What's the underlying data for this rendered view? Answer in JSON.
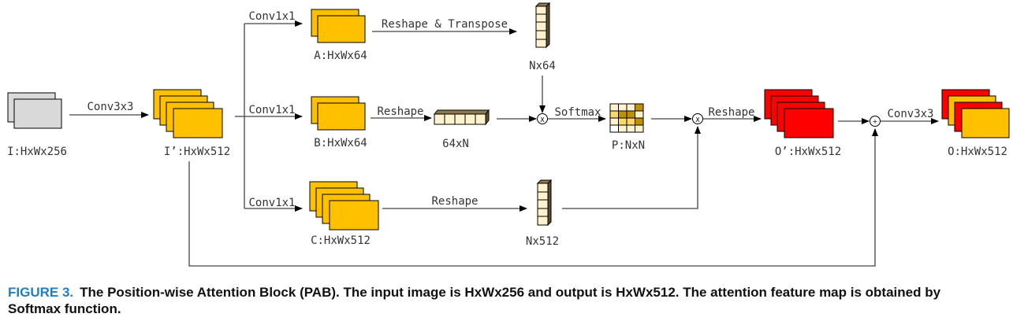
{
  "labels": {
    "input": "I:HxWx256",
    "conv1": "Conv3x3",
    "iprime": "I’:HxWx512",
    "conv_a": "Conv1x1",
    "conv_b": "Conv1x1",
    "conv_c": "Conv1x1",
    "a": "A:HxWx64",
    "b": "B:HxWx64",
    "c": "C:HxWx512",
    "reshape_transpose": "Reshape & Transpose",
    "nx64": "Nx64",
    "reshape_b": "Reshape",
    "b64xn": "64xN",
    "softmax": "Softmax",
    "p": "P:NxN",
    "reshape_c": "Reshape",
    "nx512": "Nx512",
    "reshape_o": "Reshape",
    "oprime": "O’:HxWx512",
    "conv2": "Conv3x3",
    "output": "O:HxWx512",
    "mult_symbol": "X",
    "add_symbol": "+"
  },
  "caption": {
    "figure": "FIGURE 3.",
    "line1": "The Position-wise Attention Block (PAB). The input image is HxWx256 and output is HxWx512. The attention feature map is obtained by",
    "line2": "Softmax function."
  },
  "colors": {
    "orange": "#ffc000",
    "red": "#ff0000",
    "gray": "#d9d9d9",
    "caption_blue": "#1f7fc4"
  }
}
